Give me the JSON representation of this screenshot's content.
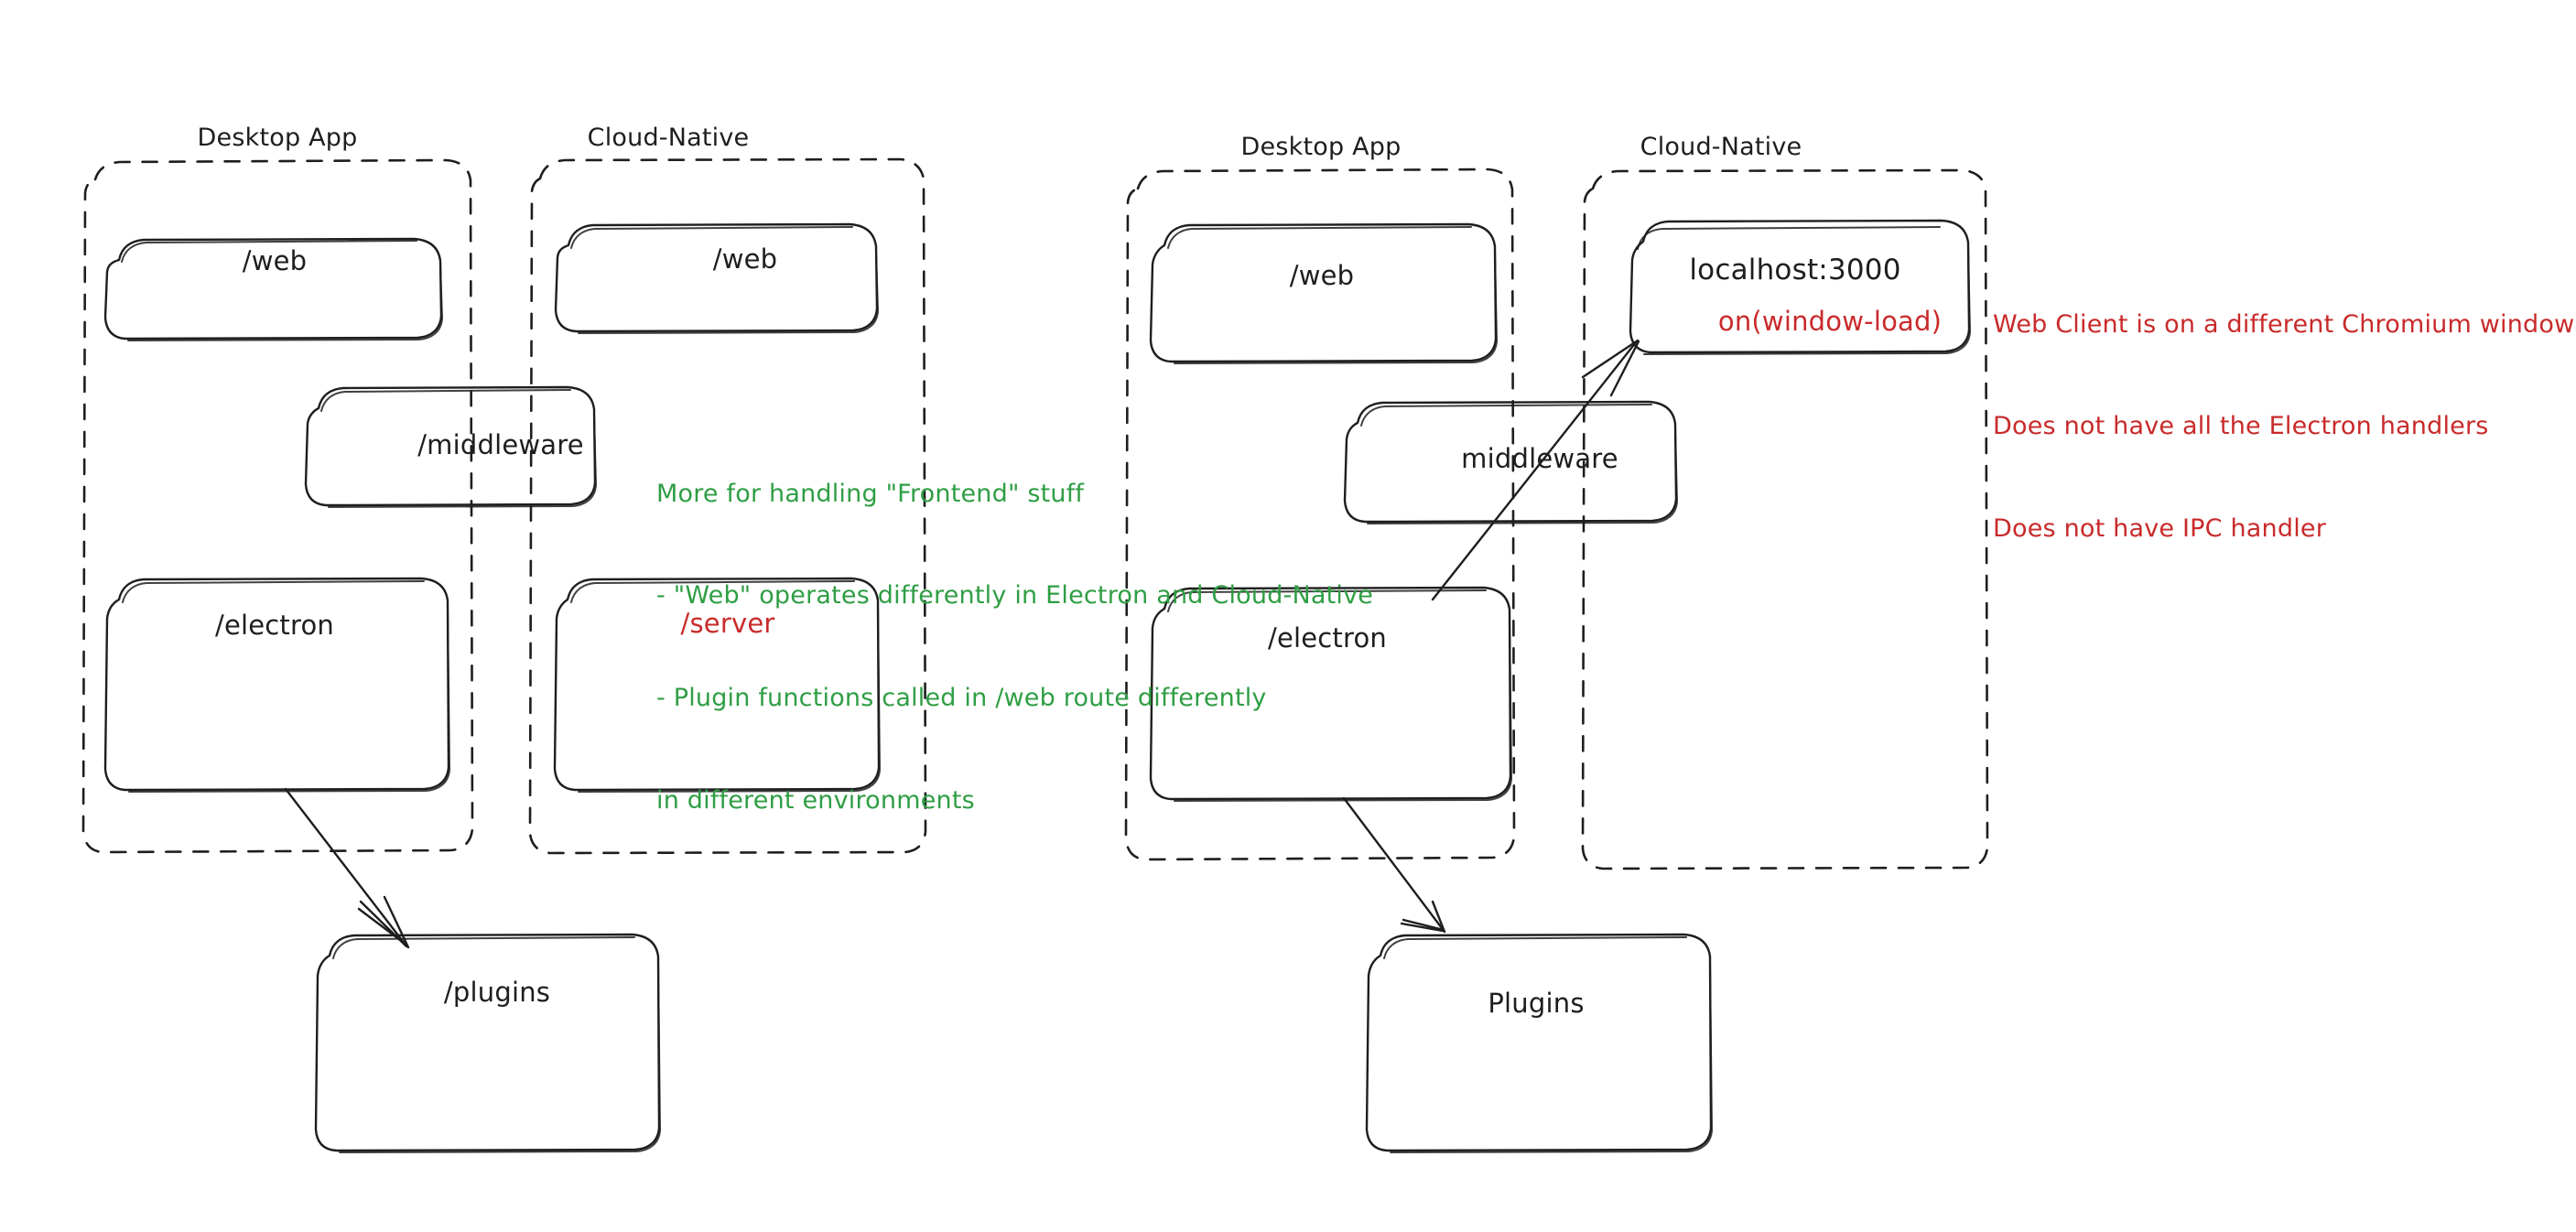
{
  "diagram": {
    "title": "Electron Desktop App vs Cloud-Native architecture sketch",
    "style": "hand-drawn",
    "background": "#ffffff",
    "colors": {
      "ink": "#1e1e1e",
      "green_note": "#2f9e44",
      "red_note": "#c92a2a"
    }
  },
  "left_diagram": {
    "groups": [
      {
        "id": "left-desktop",
        "label": "Desktop App"
      },
      {
        "id": "left-cloud",
        "label": "Cloud-Native"
      }
    ],
    "nodes": [
      {
        "id": "left-desktop-web",
        "label": "/web",
        "group": "left-desktop",
        "color": "ink"
      },
      {
        "id": "left-cloud-web",
        "label": "/web",
        "group": "left-cloud",
        "color": "ink"
      },
      {
        "id": "left-middleware",
        "label": "/middleware",
        "group": "straddles-both",
        "color": "ink"
      },
      {
        "id": "left-electron",
        "label": "/electron",
        "group": "left-desktop",
        "color": "ink"
      },
      {
        "id": "left-server",
        "label": "/server",
        "group": "left-cloud",
        "color": "red"
      },
      {
        "id": "left-plugins",
        "label": "/plugins",
        "group": "none",
        "color": "ink"
      }
    ],
    "arrows": [
      {
        "from": "left-electron",
        "to": "left-plugins"
      }
    ],
    "note_green": {
      "color": "#2f9e44",
      "lines": [
        "More for handling \"Frontend\" stuff",
        "- \"Web\" operates differently in Electron and Cloud-Native",
        "- Plugin functions called in /web route differently",
        "in different environments"
      ]
    }
  },
  "right_diagram": {
    "groups": [
      {
        "id": "right-desktop",
        "label": "Desktop App"
      },
      {
        "id": "right-cloud",
        "label": "Cloud-Native"
      }
    ],
    "nodes": [
      {
        "id": "right-desktop-web",
        "label": "/web",
        "group": "right-desktop",
        "color": "ink"
      },
      {
        "id": "right-localhost",
        "label": "localhost:3000",
        "sublabel": "on(window-load)",
        "sublabel_color": "red",
        "group": "right-cloud",
        "color": "ink"
      },
      {
        "id": "right-middleware",
        "label": "middleware",
        "group": "straddles-both",
        "color": "ink"
      },
      {
        "id": "right-electron",
        "label": "/electron",
        "group": "right-desktop",
        "color": "ink"
      },
      {
        "id": "right-plugins",
        "label": "Plugins",
        "group": "none",
        "color": "ink"
      }
    ],
    "arrows": [
      {
        "from": "right-electron",
        "to": "right-localhost"
      },
      {
        "from": "right-electron",
        "to": "right-plugins"
      }
    ],
    "note_red": {
      "color": "#c92a2a",
      "lines": [
        "Web Client is on a different Chromium window",
        "Does not have all the Electron handlers",
        "Does not have IPC handler"
      ]
    }
  }
}
